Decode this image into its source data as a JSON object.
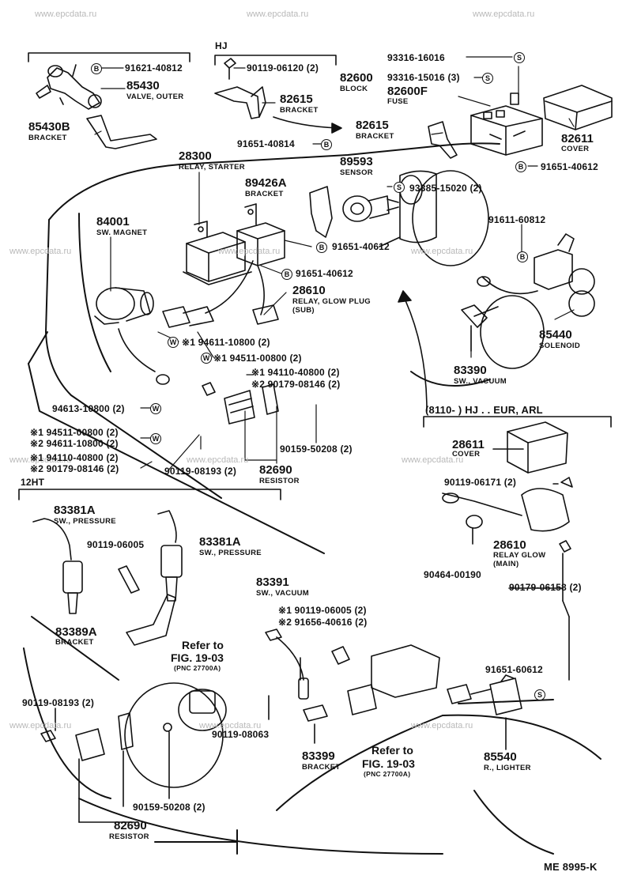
{
  "watermark": "www.epcdata.ru",
  "footer_code": "ME  8995-K",
  "groups": {
    "hj": "HJ",
    "hj_eur_arl": "(8110-          ) HJ . . EUR, ARL",
    "twelve_ht": "12HT"
  },
  "parts": {
    "p_91621_40812": "91621-40812",
    "p_85430": "85430",
    "p_85430_name": "VALVE, OUTER",
    "p_85430b": "85430B",
    "p_85430b_name": "BRACKET",
    "p_90119_06120": "90119-06120 (2)",
    "p_82615a": "82615",
    "p_82615a_name": "BRACKET",
    "p_93316_16016": "93316-16016",
    "p_82600": "82600",
    "p_82600_name": "BLOCK",
    "p_93316_15016": "93316-15016 (3)",
    "p_82600f": "82600F",
    "p_82600f_name": "FUSE",
    "p_82615b": "82615",
    "p_82615b_name": "BRACKET",
    "p_82611": "82611",
    "p_82611_name": "COVER",
    "p_91651_40814": "91651-40814",
    "p_28300": "28300",
    "p_28300_name": "RELAY, STARTER",
    "p_89593": "89593",
    "p_89593_name": "SENSOR",
    "p_91651_40612a": "91651-40612",
    "p_89426a": "89426A",
    "p_89426a_name": "BRACKET",
    "p_93385_15020": "93385-15020 (2)",
    "p_84001": "84001",
    "p_84001_name": "SW. MAGNET",
    "p_91611_60812": "91611-60812",
    "p_91651_40612b": "91651-40612",
    "p_91651_40612c": "91651-40612",
    "p_28610a": "28610",
    "p_28610a_name1": "RELAY, GLOW PLUG",
    "p_28610a_name2": "(SUB)",
    "p_85440": "85440",
    "p_85440_name": "SOLENOID",
    "p_94611_10800": "※1 94611-10800 (2)",
    "p_94511_00800a": "※1 94511-00800 (2)",
    "p_94110_40800a": "※1 94110-40800 (2)",
    "p_90179_08146a": "※2 90179-08146 (2)",
    "p_83390": "83390",
    "p_83390_name": "SW., VACUUM",
    "p_94613_10800": "94613-10800 (2)",
    "p_94511_00800b": "※1 94511-00800 (2)",
    "p_94611_10800b": "※2 94611-10800 (2)",
    "p_90159_50208a": "90159-50208 (2)",
    "p_94110_40800b": "※1 94110-40800 (2)",
    "p_90179_08146b": "※2 90179-08146 (2)",
    "p_90119_08193a": "90119-08193 (2)",
    "p_82690a": "82690",
    "p_82690a_name": "RESISTOR",
    "p_28611": "28611",
    "p_28611_name": "COVER",
    "p_90119_06171": "90119-06171 (2)",
    "p_83381a_l": "83381A",
    "p_83381a_l_name": "SW., PRESSURE",
    "p_90119_06005": "90119-06005",
    "p_83381a_r": "83381A",
    "p_83381a_r_name": "SW., PRESSURE",
    "p_28610b": "28610",
    "p_28610b_name1": "RELAY GLOW",
    "p_28610b_name2": "(MAIN)",
    "p_90464_00190": "90464-00190",
    "p_90179_06158": "90179-06158 (2)",
    "p_83391": "83391",
    "p_83391_name": "SW., VACUUM",
    "p_90119_06005b": "※1 90119-06005 (2)",
    "p_91656_40616": "※2 91656-40616 (2)",
    "p_83389a": "83389A",
    "p_83389a_name": "BRACKET",
    "ref1_a": "Refer to",
    "ref1_b": "FIG. 19-03",
    "ref1_c": "(PNC 27700A)",
    "p_91651_60612": "91651-60612",
    "p_90119_08193b": "90119-08193 (2)",
    "p_90119_08063": "90119-08063",
    "p_83399": "83399",
    "p_83399_name": "BRACKET",
    "ref2_a": "Refer to",
    "ref2_b": "FIG. 19-03",
    "ref2_c": "(PNC 27700A)",
    "p_85540": "85540",
    "p_85540_name": "R., LIGHTER",
    "p_90159_50208b": "90159-50208 (2)",
    "p_82690b": "82690",
    "p_82690b_name": "RESISTOR"
  },
  "callout_letters": {
    "b": "B",
    "s": "S",
    "w": "W"
  }
}
